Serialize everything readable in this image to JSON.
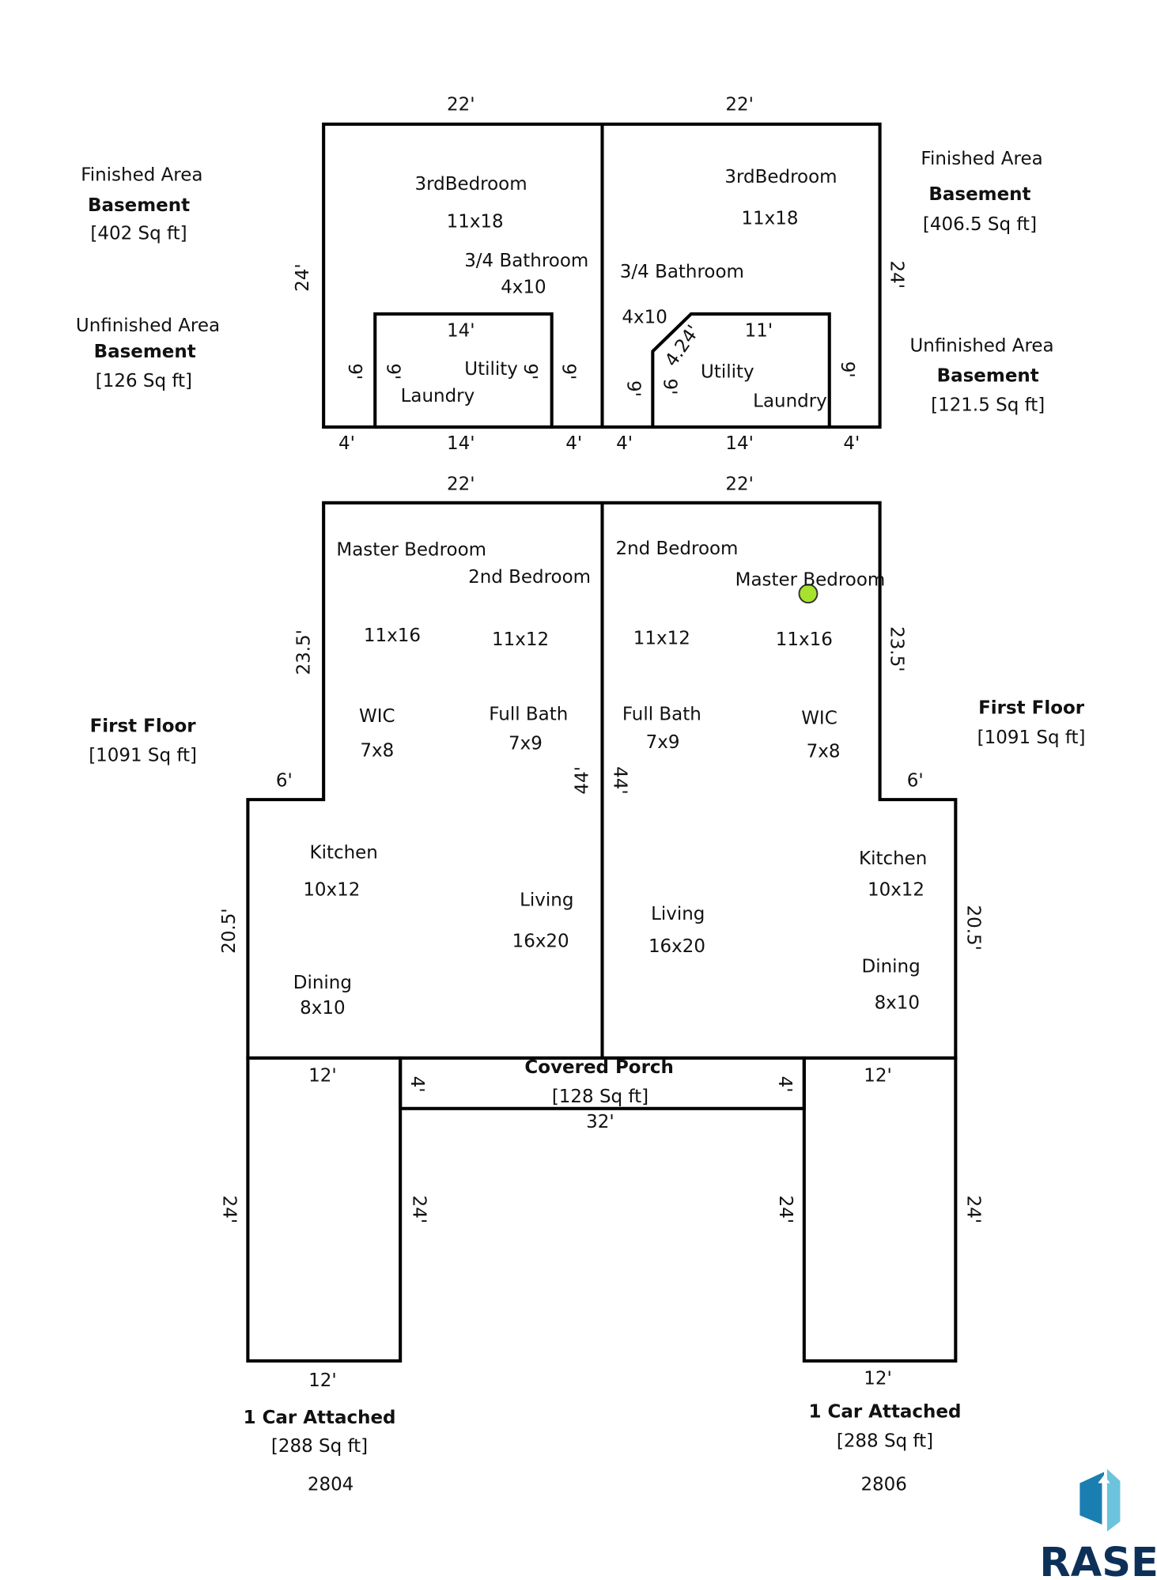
{
  "basement": {
    "left": {
      "width_dim": "22'",
      "finished_title": "Finished Area",
      "finished_level": "Basement",
      "finished_area": "[402 Sq ft]",
      "unfinished_title": "Unfinished Area",
      "unfinished_level": "Basement",
      "unfinished_area": "[126 Sq ft]",
      "bedroom": "3rdBedroom",
      "bedroom_size": "11x18",
      "bath": "3/4 Bathroom",
      "bath_size": "4x10",
      "utility_width": "14'",
      "utility": "Utility",
      "laundry": "Laundry",
      "height_dim": "24'",
      "nine_a": "9'",
      "nine_b": "9'",
      "nine_c": "9'",
      "nine_d": "9'",
      "bottom_a": "4'",
      "bottom_b": "14'",
      "bottom_c": "4'"
    },
    "right": {
      "width_dim": "22'",
      "finished_title": "Finished Area",
      "finished_level": "Basement",
      "finished_area": "[406.5 Sq ft]",
      "unfinished_title": "Unfinished Area",
      "unfinished_level": "Basement",
      "unfinished_area": "[121.5 Sq ft]",
      "bedroom": "3rdBedroom",
      "bedroom_size": "11x18",
      "bath": "3/4 Bathroom",
      "bath_size": "4x10",
      "diag_dim": "4.24'",
      "utility_width": "11'",
      "utility": "Utility",
      "laundry": "Laundry",
      "height_dim": "24'",
      "nine_a": "9'",
      "nine_b": "9'",
      "nine_c": "9'",
      "bottom_a": "4'",
      "bottom_b": "14'",
      "bottom_c": "4'"
    }
  },
  "first_floor": {
    "left": {
      "width_dim": "22'",
      "master": "Master Bedroom",
      "master_size": "11x16",
      "second": "2nd Bedroom",
      "second_size": "11x12",
      "wic": "WIC",
      "wic_size": "7x8",
      "bath": "Full Bath",
      "bath_size": "7x9",
      "depth_dim": "23.5'",
      "center_dim": "44'",
      "step_dim": "6'",
      "title": "First Floor",
      "area": "[1091 Sq ft]",
      "kitchen": "Kitchen",
      "kitchen_size": "10x12",
      "lower_dim": "20.5'",
      "living": "Living",
      "living_size": "16x20",
      "dining": "Dining",
      "dining_size": "8x10"
    },
    "right": {
      "width_dim": "22'",
      "master": "Master Bedroom",
      "master_size": "11x16",
      "second": "2nd Bedroom",
      "second_size": "11x12",
      "wic": "WIC",
      "wic_size": "7x8",
      "bath": "Full Bath",
      "bath_size": "7x9",
      "depth_dim": "23.5'",
      "center_dim": "44'",
      "step_dim": "6'",
      "title": "First Floor",
      "area": "[1091 Sq ft]",
      "kitchen": "Kitchen",
      "kitchen_size": "10x12",
      "lower_dim": "20.5'",
      "living": "Living",
      "living_size": "16x20",
      "dining": "Dining",
      "dining_size": "8x10"
    },
    "marker_color": "#a6e22e"
  },
  "porch": {
    "title": "Covered Porch",
    "area": "[128 Sq ft]",
    "width_dim": "32'",
    "left_depth": "4'",
    "right_depth": "4'"
  },
  "garages": {
    "left": {
      "top_dim": "12'",
      "outer_dim": "24'",
      "inner_dim": "24'",
      "bottom_dim": "12'",
      "title": "1 Car Attached",
      "area": "[288 Sq ft]",
      "unit": "2804"
    },
    "right": {
      "top_dim": "12'",
      "outer_dim": "24'",
      "inner_dim": "24'",
      "bottom_dim": "12'",
      "title": "1 Car Attached",
      "area": "[288 Sq ft]",
      "unit": "2806"
    }
  },
  "logo": {
    "text": "RASE",
    "dark_color": "#0d3059",
    "mid_color": "#1a7fb0",
    "light_color": "#6cc4dc"
  }
}
